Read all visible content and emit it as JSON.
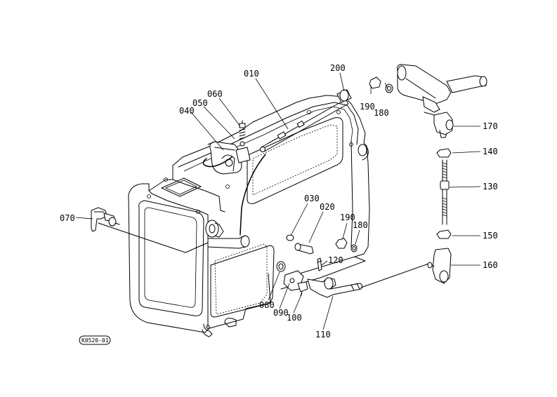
{
  "parts": {
    "p010": "010",
    "p020": "020",
    "p030": "030",
    "p040": "040",
    "p050": "050",
    "p060": "060",
    "p070": "070",
    "p080": "080",
    "p090": "090",
    "p100": "100",
    "p110": "110",
    "p120": "120",
    "p130": "130",
    "p140": "140",
    "p150": "150",
    "p160": "160",
    "p170": "170",
    "p180a": "180",
    "p180b": "180",
    "p190a": "190",
    "p190b": "190",
    "p200": "200"
  },
  "stamp": "K0520-01"
}
